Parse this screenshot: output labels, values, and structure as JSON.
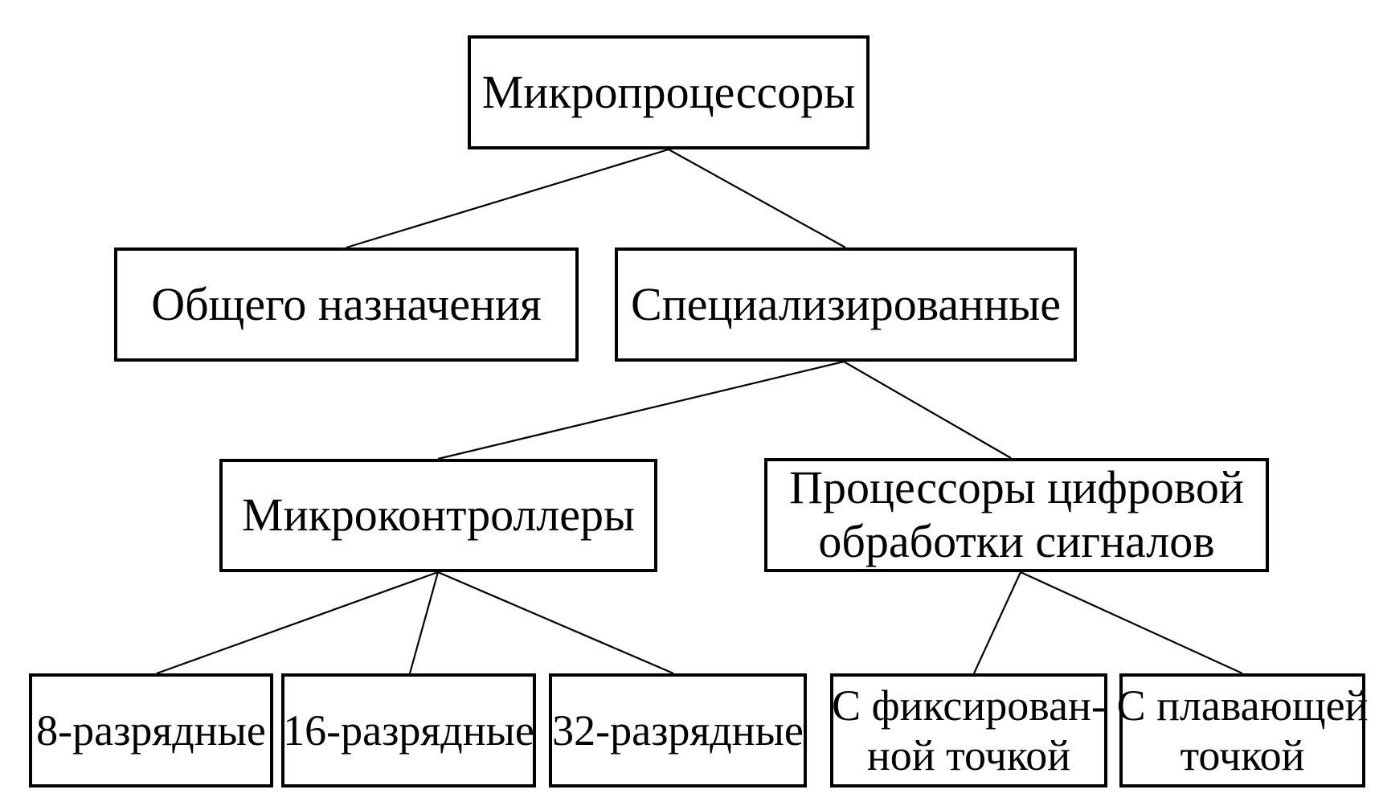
{
  "colors": {
    "background": "#ffffff",
    "box_fill": "#ffffff",
    "box_border": "#000000",
    "text": "#000000",
    "connector": "#000000"
  },
  "diagram": {
    "nodes": {
      "root": {
        "label": "Микропроцессоры",
        "lines": [
          "Микропроцессоры"
        ]
      },
      "general": {
        "label": "Общего назначения",
        "lines": [
          "Общего назначения"
        ]
      },
      "specialized": {
        "label": "Специализированные",
        "lines": [
          "Специализированные"
        ]
      },
      "micro": {
        "label": "Микроконтроллеры",
        "lines": [
          "Микроконтроллеры"
        ]
      },
      "dsp": {
        "label": "Процессоры цифровой обработки сигналов",
        "lines": [
          "Процессоры цифровой",
          "обработки сигналов"
        ]
      },
      "bit8": {
        "label": "8-разрядные",
        "lines": [
          "8-разрядные"
        ]
      },
      "bit16": {
        "label": "16-разрядные",
        "lines": [
          "16-разрядные"
        ]
      },
      "bit32": {
        "label": "32-разрядные",
        "lines": [
          "32-разрядные"
        ]
      },
      "fixed": {
        "label": "С фиксированной точкой",
        "lines": [
          "С фиксирован-",
          "ной точкой"
        ]
      },
      "float": {
        "label": "С плавающей точкой",
        "lines": [
          "С плавающей",
          "точкой"
        ]
      }
    },
    "edges": [
      {
        "from": "root",
        "to": "general"
      },
      {
        "from": "root",
        "to": "specialized"
      },
      {
        "from": "specialized",
        "to": "micro"
      },
      {
        "from": "specialized",
        "to": "dsp"
      },
      {
        "from": "micro",
        "to": "bit8"
      },
      {
        "from": "micro",
        "to": "bit16"
      },
      {
        "from": "micro",
        "to": "bit32"
      },
      {
        "from": "dsp",
        "to": "fixed"
      },
      {
        "from": "dsp",
        "to": "float"
      }
    ]
  }
}
